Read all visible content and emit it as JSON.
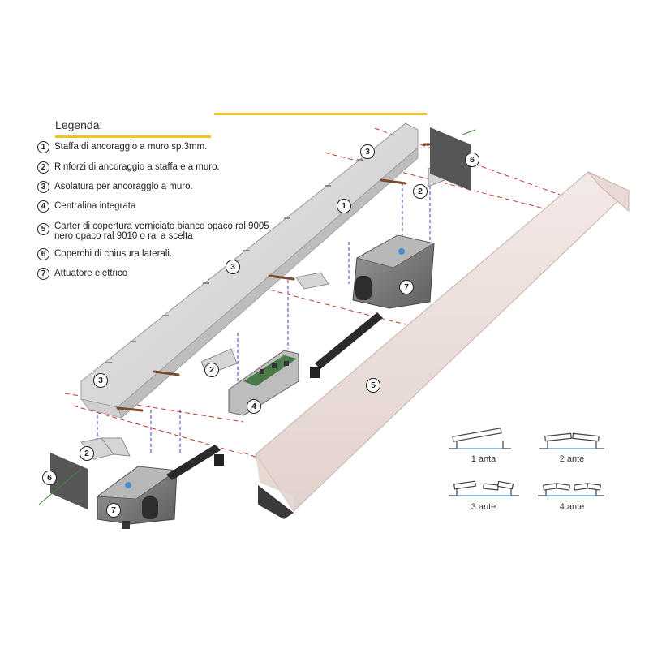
{
  "legend": {
    "title": "Legenda:",
    "items": [
      {
        "num": "1",
        "lines": [
          "Staffa di ancoraggio a muro sp.3mm."
        ]
      },
      {
        "num": "2",
        "lines": [
          "Rinforzi di ancoraggio a staffa e a muro."
        ]
      },
      {
        "num": "3",
        "lines": [
          "Asolatura per ancoraggio a muro."
        ]
      },
      {
        "num": "4",
        "lines": [
          "Centralina integrata"
        ]
      },
      {
        "num": "5",
        "lines": [
          "Carter di copertura verniciato bianco opaco ral 9005",
          "nero opaco ral 9010 o ral a scelta"
        ]
      },
      {
        "num": "6",
        "lines": [
          "Coperchi di chiusura laterali."
        ]
      },
      {
        "num": "7",
        "lines": [
          "Attuatore elettrico"
        ]
      }
    ]
  },
  "callouts": [
    "1",
    "2",
    "3",
    "3",
    "3",
    "2",
    "2",
    "4",
    "5",
    "6",
    "6",
    "7",
    "7"
  ],
  "configs": [
    "1 anta",
    "2 ante",
    "3 ante",
    "4 ante"
  ],
  "colors": {
    "accent": "#f0c419",
    "dash": "#c0392b",
    "guide": "#3a3ad0"
  }
}
